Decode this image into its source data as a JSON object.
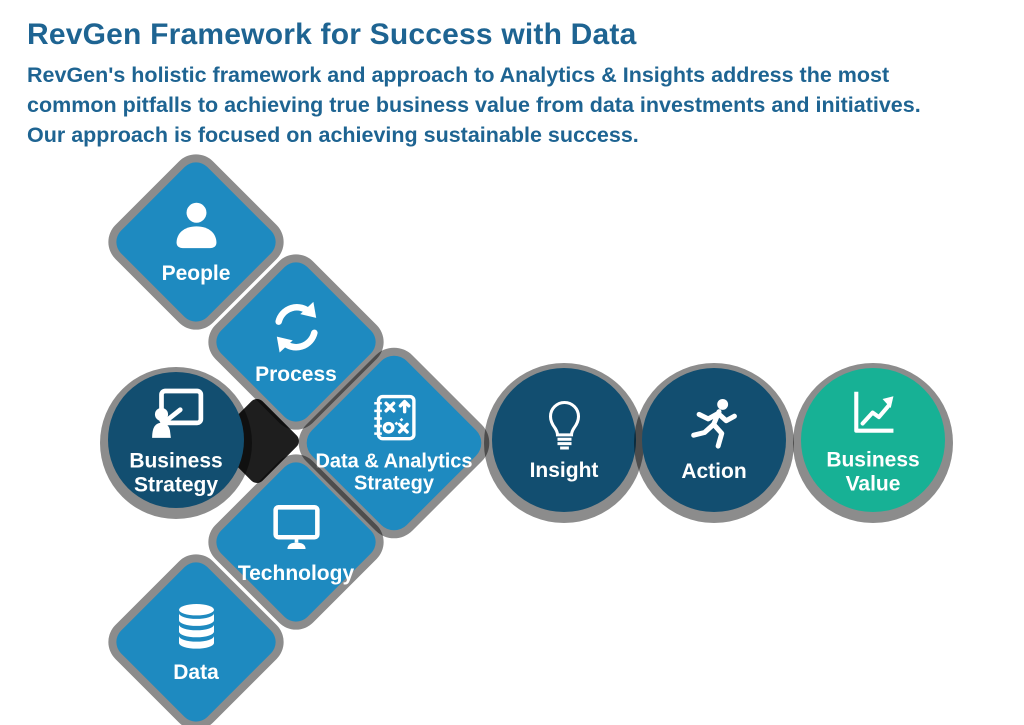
{
  "header": {
    "title": "RevGen Framework for Success with Data",
    "description_lines": [
      "RevGen's holistic framework and approach to Analytics & Insights address the most",
      "common pitfalls to achieving true business value from data investments and initiatives.",
      "Our approach is focused on achieving sustainable success."
    ]
  },
  "palette": {
    "diamond_blue": "#1E8AC0",
    "circle_navy": "#124E70",
    "value_teal": "#17B195",
    "heading_blue": "#1E6492",
    "label_white": "#FFFFFF",
    "shadow_gray": "#8C8C8C"
  },
  "nodes": {
    "diamonds": [
      {
        "label": "People",
        "icon": "person-icon"
      },
      {
        "label": "Process",
        "icon": "process-cycle-icon"
      },
      {
        "label": "Data & Analytics Strategy",
        "icon": "strategy-playbook-icon"
      },
      {
        "label": "Technology",
        "icon": "computer-monitor-icon"
      },
      {
        "label": "Data",
        "icon": "database-icon"
      }
    ],
    "circles": [
      {
        "label": "Business Strategy",
        "icon": "presenter-whiteboard-icon"
      },
      {
        "label": "Insight",
        "icon": "lightbulb-icon"
      },
      {
        "label": "Action",
        "icon": "running-person-icon"
      },
      {
        "label": "Business Value",
        "icon": "growth-chart-icon"
      }
    ]
  }
}
